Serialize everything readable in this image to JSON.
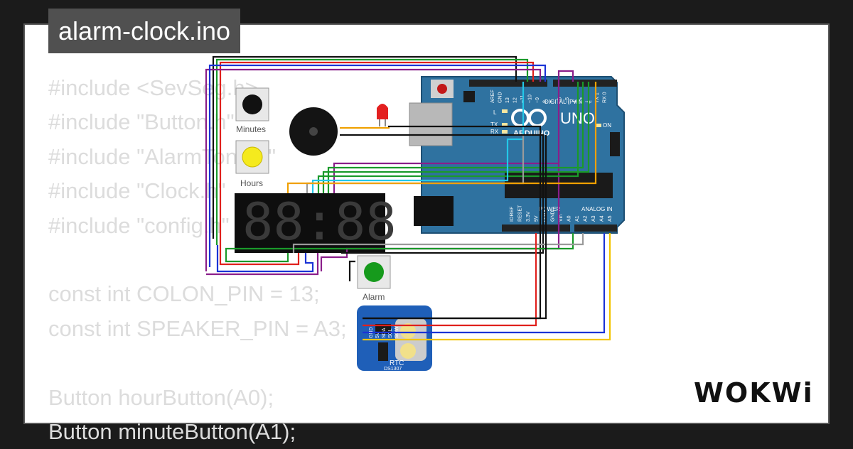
{
  "file": {
    "title": "alarm-clock.ino"
  },
  "code_lines": [
    "#include <SevSeg.h>",
    "#include \"Button.h\"",
    "#include \"AlarmTone.h\"",
    "#include \"Clock.h\"",
    "#include \"config.h\"",
    "",
    "const int COLON_PIN = 13;",
    "const int SPEAKER_PIN = A3;",
    "",
    "Button hourButton(A0);",
    "Button minuteButton(A1);"
  ],
  "components": {
    "minutes_label": "Minutes",
    "hours_label": "Hours",
    "alarm_label": "Alarm",
    "display_digits": "88:88",
    "arduino": {
      "brand": "ARDUINO",
      "model": "UNO",
      "digital_label": "DIGITAL (PWM ~)",
      "power_label": "POWER",
      "analog_label": "ANALOG IN",
      "on_label": "ON",
      "l_label": "L",
      "tx_label": "TX",
      "rx_label": "RX",
      "top_pins": [
        "AREF",
        "GND",
        "13",
        "12",
        "~11",
        "~10",
        "~9",
        "8",
        "7",
        "~6",
        "~5",
        "4",
        "~3",
        "2",
        "TX 1",
        "RX 0"
      ],
      "bottom_pins": [
        "IOREF",
        "RESET",
        "3.3V",
        "5V",
        "GND",
        "GND",
        "Vin",
        "A0",
        "A1",
        "A2",
        "A3",
        "A4",
        "A5"
      ]
    },
    "rtc": {
      "label": "RTC",
      "chip": "DS1307",
      "pins": [
        "GND",
        "5V",
        "SDA",
        "SCL",
        "SQW"
      ]
    }
  },
  "brand": {
    "logo": "WOKWi"
  },
  "colors": {
    "arduino": "#2c6f9e",
    "rtc": "#1f5fb8",
    "wire_black": "#111111",
    "wire_red": "#e0201c",
    "wire_green": "#1a9a2a",
    "wire_blue": "#1a33d6",
    "wire_yellow": "#f2c400",
    "wire_purple": "#8a1e8a",
    "wire_cyan": "#22c8e8",
    "wire_orange": "#f0a000",
    "wire_gray": "#9a9a9a"
  }
}
